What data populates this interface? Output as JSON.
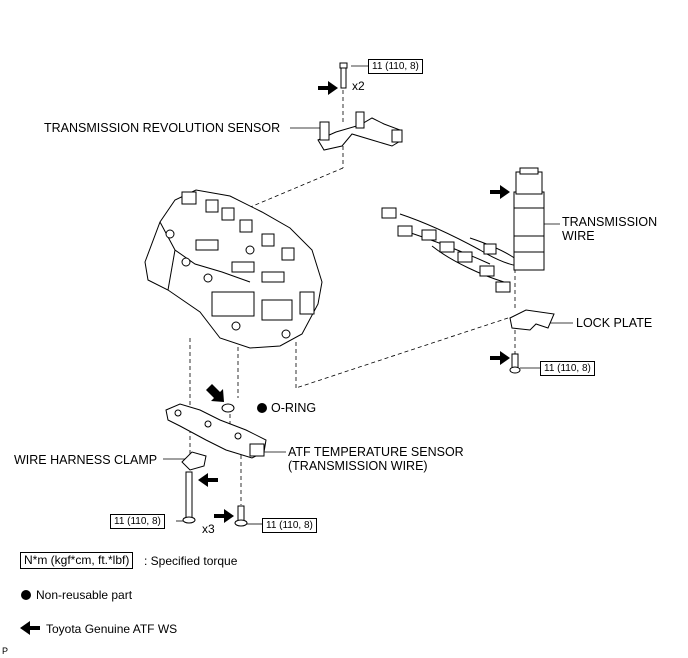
{
  "labels": {
    "revolution_sensor": "TRANSMISSION REVOLUTION SENSOR",
    "transmission_wire_1": "TRANSMISSION",
    "transmission_wire_2": "WIRE",
    "lock_plate": "LOCK PLATE",
    "o_ring": "O-RING",
    "wire_harness_clamp": "WIRE HARNESS CLAMP",
    "atf_sensor_1": "ATF TEMPERATURE SENSOR",
    "atf_sensor_2": "(TRANSMISSION WIRE)"
  },
  "torque": {
    "top": "11 (110, 8)",
    "right": "11 (110, 8)",
    "bottom_left": "11 (110, 8)",
    "bottom_center": "11 (110, 8)"
  },
  "quantities": {
    "top": "x2",
    "bottom": "x3"
  },
  "legend": {
    "torque_unit": "N*m (kgf*cm, ft.*lbf)",
    "torque_desc": ": Specified torque",
    "non_reusable": "Non-reusable part",
    "atf": "Toyota Genuine ATF WS"
  },
  "corner_mark": "P"
}
